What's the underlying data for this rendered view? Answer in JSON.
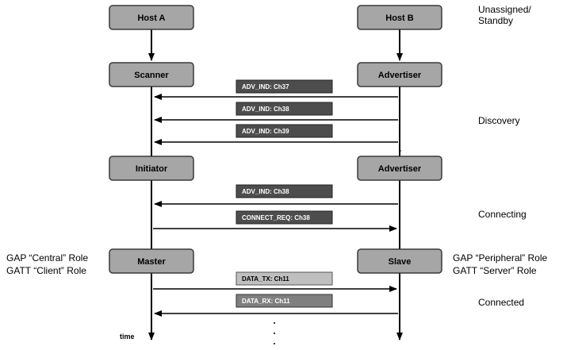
{
  "host_a": {
    "title": "Host A",
    "states": [
      "Scanner",
      "Initiator",
      "Master"
    ]
  },
  "host_b": {
    "title": "Host B",
    "states": [
      "Advertiser",
      "Advertiser",
      "Slave"
    ]
  },
  "messages": [
    {
      "label": "ADV_IND: Ch37",
      "direction": "to-a",
      "style": "dark"
    },
    {
      "label": "ADV_IND: Ch38",
      "direction": "to-a",
      "style": "dark"
    },
    {
      "label": "ADV_IND: Ch39",
      "direction": "to-a",
      "style": "dark"
    },
    {
      "label": "ADV_IND: Ch38",
      "direction": "to-a",
      "style": "dark"
    },
    {
      "label": "CONNECT_REQ: Ch38",
      "direction": "to-b",
      "style": "dark"
    },
    {
      "label": "DATA_TX: Ch11",
      "direction": "to-b",
      "style": "light"
    },
    {
      "label": "DATA_RX: Ch11",
      "direction": "to-a",
      "style": "mid"
    }
  ],
  "phases": {
    "unassigned_line1": "Unassigned/",
    "unassigned_line2": "Standby",
    "discovery": "Discovery",
    "connecting": "Connecting",
    "connected": "Connected"
  },
  "roles": {
    "left_line1": "GAP “Central” Role",
    "left_line2": "GATT “Client” Role",
    "right_line1": "GAP “Peripheral” Role",
    "right_line2": "GATT “Server” Role"
  },
  "time_label": "time",
  "colors": {
    "box_fill": "#a6a6a6",
    "dark_msg": "#4d4d4d",
    "mid_msg": "#7f7f7f",
    "light_msg": "#bfbfbf"
  }
}
